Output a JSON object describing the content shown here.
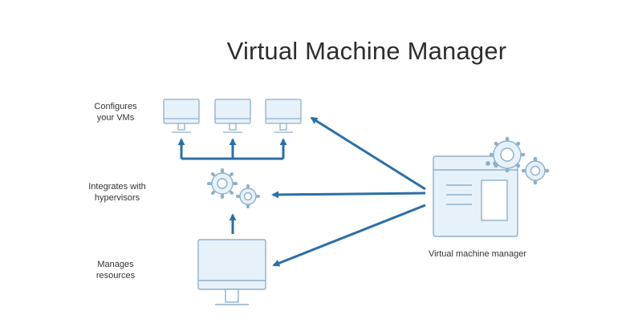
{
  "title": "Virtual Machine Manager",
  "labels": {
    "configures_line1": "Configures",
    "configures_line2": "your VMs",
    "integrates_line1": "Integrates with",
    "integrates_line2": "hypervisors",
    "manages_line1": "Manages",
    "manages_line2": "resources",
    "vmm": "Virtual machine manager"
  },
  "colors": {
    "arrow": "#2b6fa6",
    "icon_stroke": "#8fb0c9",
    "icon_fill": "#e6f1fa",
    "text": "#333333"
  },
  "icons": [
    "monitor-icon",
    "gear-icon",
    "app-window-icon"
  ]
}
